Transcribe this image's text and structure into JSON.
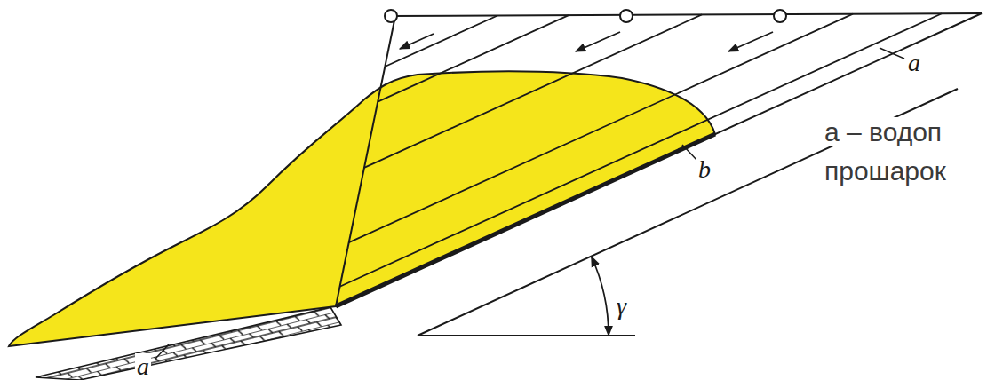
{
  "diagram": {
    "labels": [
      "a",
      "b",
      "γ",
      "a",
      "a – водоп",
      "прошарок"
    ]
  }
}
